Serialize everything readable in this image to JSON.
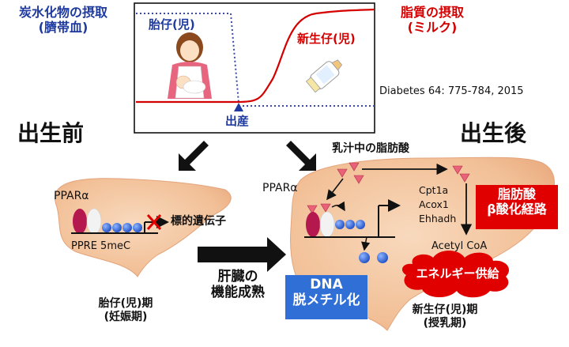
{
  "top": {
    "carb_intake_line1": "炭水化物の摂取",
    "carb_intake_line2": "(臍帯血)",
    "lipid_intake_line1": "脂質の摂取",
    "lipid_intake_line2": "(ミルク)",
    "fetus_label": "胎仔(児)",
    "newborn_label": "新生仔(児)",
    "birth_label": "出産",
    "citation": "Diabetes 64: 775-784, 2015"
  },
  "phases": {
    "before_birth": "出生前",
    "after_birth": "出生後"
  },
  "left_liver": {
    "ppar_label": "PPARα",
    "ppre_label": "PPRE 5meC",
    "target_gene_label": "標的遺伝子",
    "period_line1": "胎仔(児)期",
    "period_line2": "(妊娠期)"
  },
  "middle": {
    "maturation_line1": "肝臓の",
    "maturation_line2": "機能成熟"
  },
  "right_liver": {
    "milk_fatty_acid_label": "乳汁中の脂肪酸",
    "ppar_label": "PPARα",
    "genes": [
      "Cpt1a",
      "Acox1",
      "Ehhadh"
    ],
    "acetyl_coa_label": "Acetyl CoA",
    "pathway_line1": "脂肪酸",
    "pathway_line2": "β酸化経路",
    "energy_label": "エネルギー供給",
    "dna_line1": "DNA",
    "dna_line2": "脱メチル化",
    "period_line1": "新生仔(児)期",
    "period_line2": "(授乳期)"
  },
  "colors": {
    "blue": "#1f3a9e",
    "red": "#d40000",
    "liver": "#f3c49b",
    "dna_box": "#2f6fd6"
  }
}
